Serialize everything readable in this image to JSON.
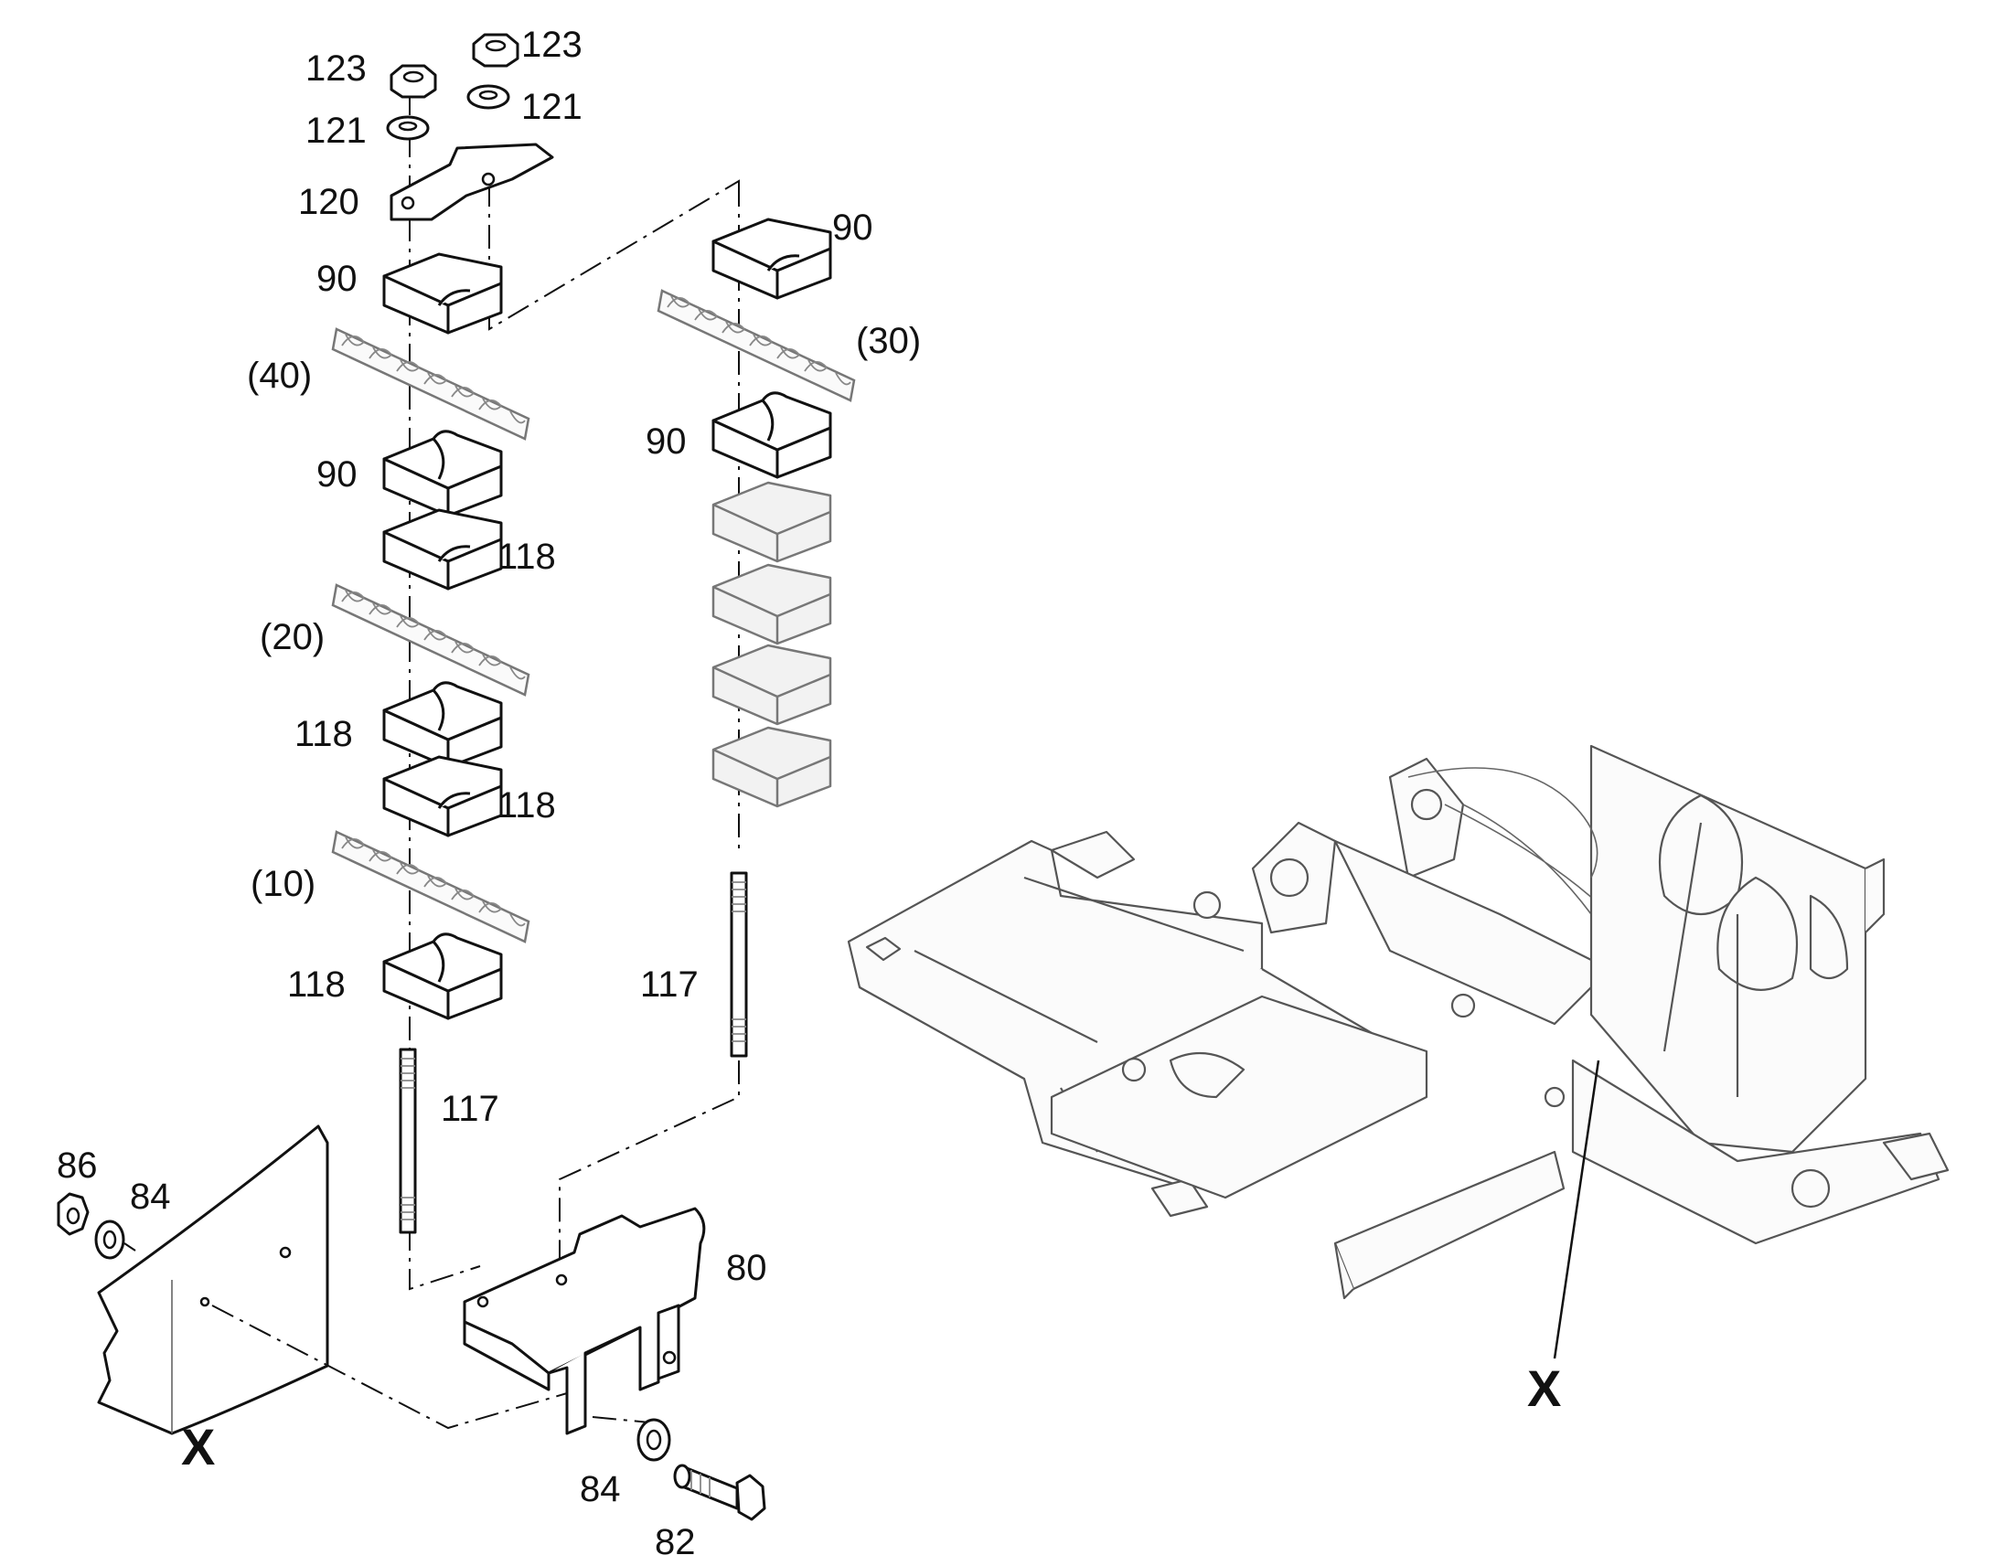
{
  "labels": {
    "nut_123_left": "123",
    "nut_123_right": "123",
    "washer_121_left": "121",
    "washer_121_right": "121",
    "plate_120": "120",
    "clamp_90_top_left": "90",
    "clamp_90_top_right": "90",
    "hose_40": "(40)",
    "hose_30": "(30)",
    "clamp_90_mid_left": "90",
    "clamp_90_mid_right": "90",
    "clamp_118_a": "118",
    "hose_20": "(20)",
    "clamp_118_b": "118",
    "clamp_118_c": "118",
    "hose_10": "(10)",
    "clamp_118_d": "118",
    "stud_117_left": "117",
    "stud_117_right": "117",
    "nut_86": "86",
    "washer_84_left": "84",
    "bracket_80": "80",
    "washer_84_bottom": "84",
    "bolt_82": "82",
    "detail_x_bottom": "X",
    "detail_x_frame": "X"
  }
}
